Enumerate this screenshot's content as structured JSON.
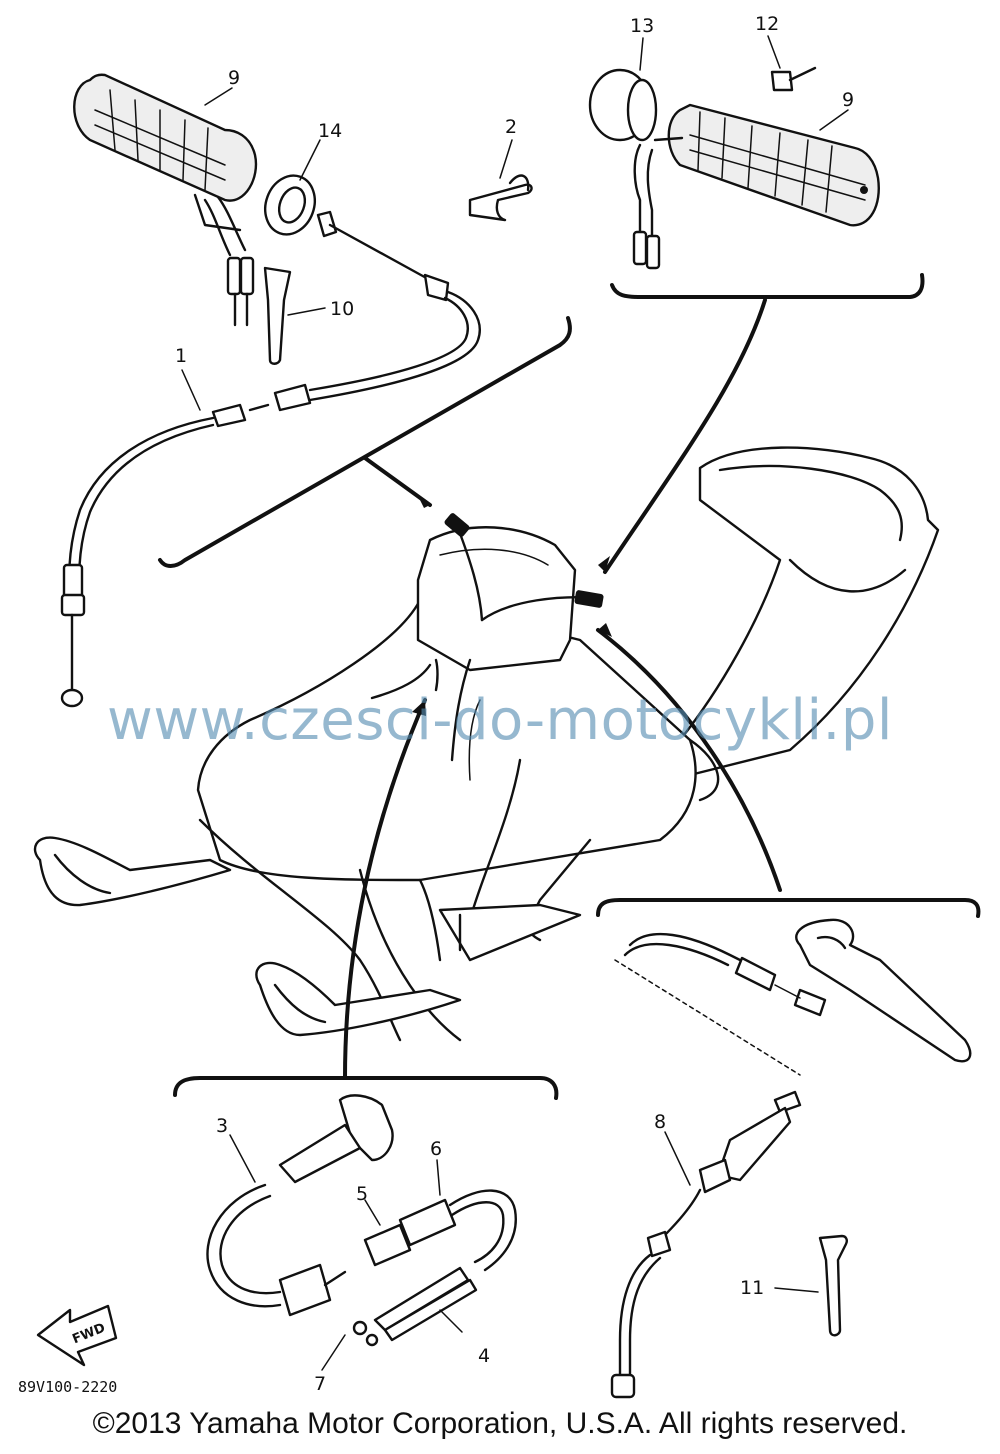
{
  "diagram": {
    "callouts": [
      {
        "id": "c1",
        "label": "1"
      },
      {
        "id": "c2",
        "label": "2"
      },
      {
        "id": "c3",
        "label": "3"
      },
      {
        "id": "c4",
        "label": "4"
      },
      {
        "id": "c5",
        "label": "5"
      },
      {
        "id": "c6",
        "label": "6"
      },
      {
        "id": "c7",
        "label": "7"
      },
      {
        "id": "c8",
        "label": "8"
      },
      {
        "id": "c9a",
        "label": "9"
      },
      {
        "id": "c9b",
        "label": "9"
      },
      {
        "id": "c10",
        "label": "10"
      },
      {
        "id": "c11",
        "label": "11"
      },
      {
        "id": "c12",
        "label": "12"
      },
      {
        "id": "c13",
        "label": "13"
      },
      {
        "id": "c14",
        "label": "14"
      }
    ],
    "fwd_label": "FWD",
    "drawing_code": "89V100-2220"
  },
  "watermark": "www.czesci-do-motocykli.pl",
  "copyright": "©2013 Yamaha Motor Corporation, U.S.A. All rights reserved."
}
